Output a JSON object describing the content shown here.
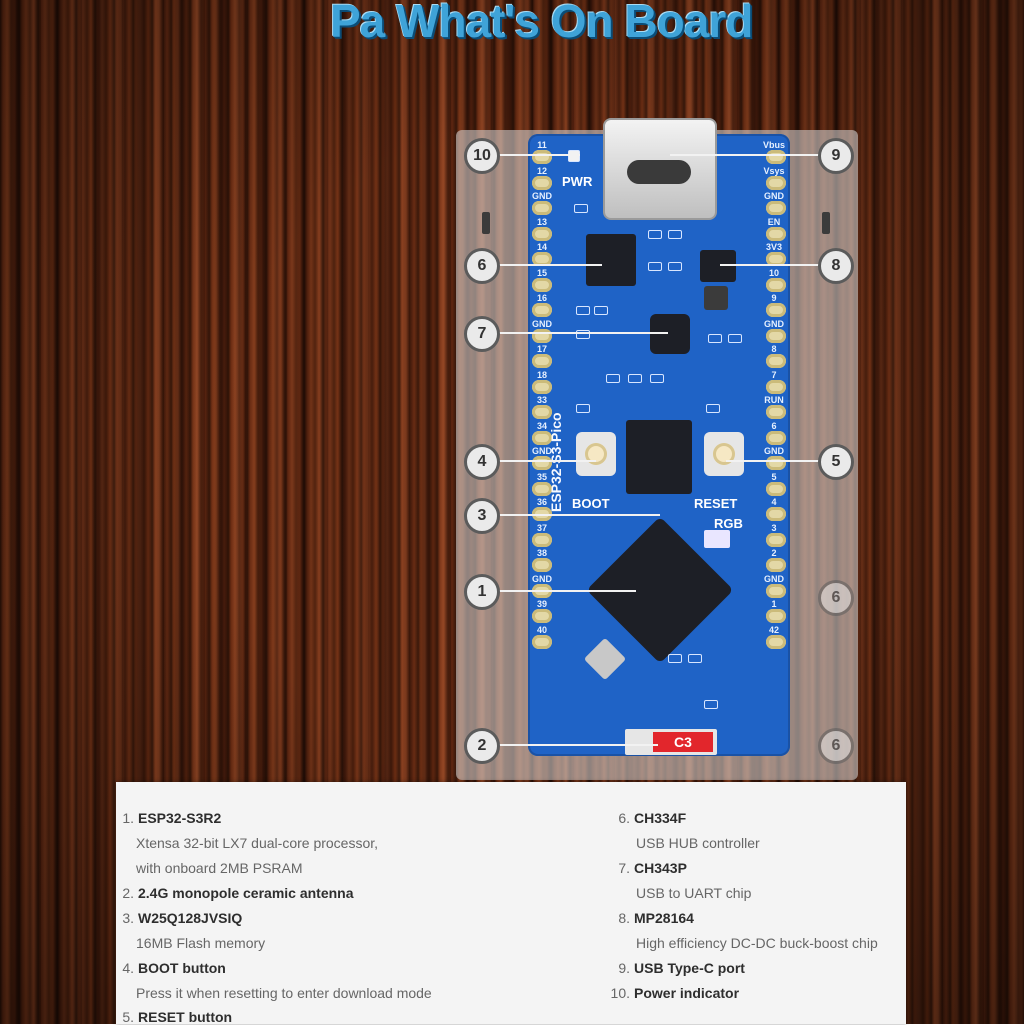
{
  "title": "What's On Board",
  "title_prefix": "Pa",
  "board": {
    "silk_pwr": "PWR",
    "silk_boot": "BOOT",
    "silk_reset": "RESET",
    "silk_rgb": "RGB",
    "silk_model": "ESP32-S3-Pico",
    "antenna_label": "C3",
    "left_pins": [
      "11",
      "12",
      "GND",
      "13",
      "14",
      "15",
      "16",
      "GND",
      "17",
      "18",
      "33",
      "34",
      "GND",
      "35",
      "36",
      "37",
      "38",
      "GND",
      "39",
      "40"
    ],
    "right_pins": [
      "Vbus",
      "Vsys",
      "GND",
      "EN",
      "3V3",
      "10",
      "9",
      "GND",
      "8",
      "7",
      "RUN",
      "6",
      "GND",
      "5",
      "4",
      "3",
      "2",
      "GND",
      "1",
      "42"
    ],
    "callouts": [
      "10",
      "9",
      "6",
      "8",
      "7",
      "4",
      "5",
      "3",
      "1",
      "6",
      "2",
      "6"
    ]
  },
  "legend": {
    "left": [
      {
        "num": "1.",
        "title": "ESP32-S3R2",
        "desc": [
          "Xtensa 32-bit LX7 dual-core processor,",
          "with onboard 2MB PSRAM"
        ]
      },
      {
        "num": "2.",
        "title": "2.4G monopole ceramic antenna",
        "desc": []
      },
      {
        "num": "3.",
        "title": "W25Q128JVSIQ",
        "desc": [
          "16MB Flash memory"
        ]
      },
      {
        "num": "4.",
        "title": "BOOT button",
        "desc": [
          "Press it when resetting to enter download mode"
        ]
      },
      {
        "num": "5.",
        "title": "RESET button",
        "desc": []
      }
    ],
    "right": [
      {
        "num": "6.",
        "title": "CH334F",
        "desc": [
          "USB HUB controller"
        ]
      },
      {
        "num": "7.",
        "title": "CH343P",
        "desc": [
          "USB to UART chip"
        ]
      },
      {
        "num": "8.",
        "title": "MP28164",
        "desc": [
          "High efficiency DC-DC buck-boost chip"
        ]
      },
      {
        "num": "9.",
        "title": "USB Type-C port",
        "desc": []
      },
      {
        "num": "10.",
        "title": "Power indicator",
        "desc": []
      }
    ]
  },
  "colors": {
    "board": "#1f63c6",
    "title": "#3fa3d8",
    "antenna": "#e2262c"
  }
}
